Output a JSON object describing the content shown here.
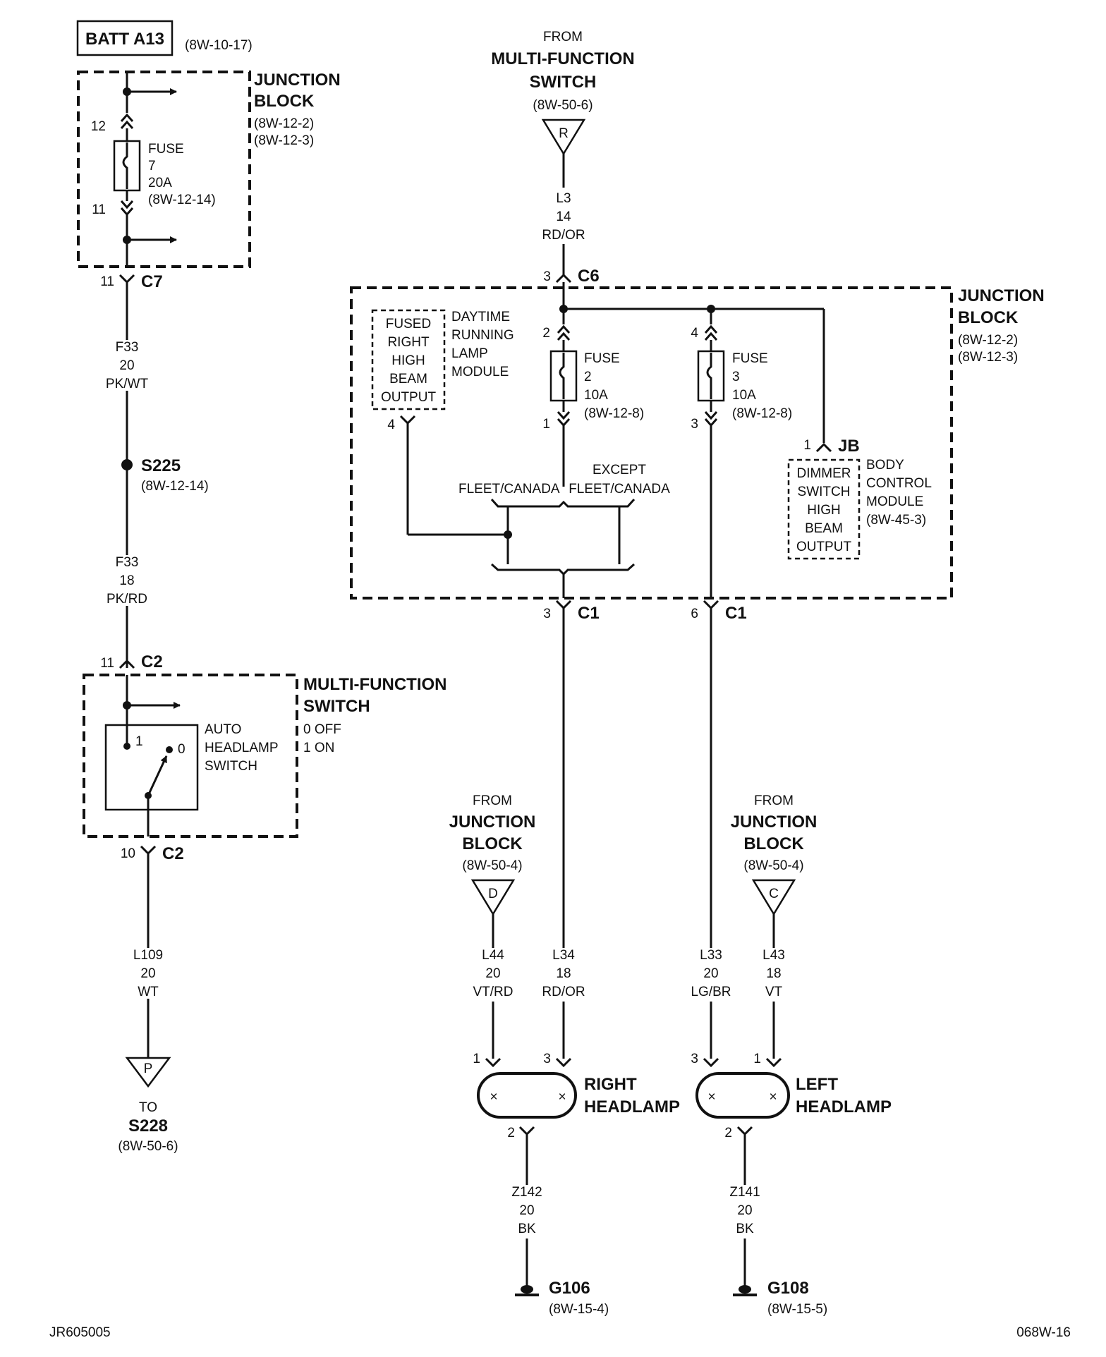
{
  "battery": {
    "name": "BATT A13",
    "ref": "(8W-10-17)"
  },
  "jb_left": {
    "title1": "JUNCTION",
    "title2": "BLOCK",
    "ref1": "(8W-12-2)",
    "ref2": "(8W-12-3)"
  },
  "fuse7": {
    "l1": "FUSE",
    "l2": "7",
    "l3": "20A",
    "l4": "(8W-12-14)",
    "pin_in": "12",
    "pin_out": "11"
  },
  "c7": {
    "pin": "11",
    "name": "C7"
  },
  "wire_f33a": {
    "circuit": "F33",
    "gauge": "20",
    "color": "PK/WT"
  },
  "splice_s225": {
    "name": "S225",
    "ref": "(8W-12-14)"
  },
  "wire_f33b": {
    "circuit": "F33",
    "gauge": "18",
    "color": "PK/RD"
  },
  "c2_in": {
    "pin": "11",
    "name": "C2"
  },
  "mfs": {
    "title1": "MULTI-FUNCTION",
    "title2": "SWITCH",
    "pos0": "0 OFF",
    "pos1": "1 ON",
    "sw1": "AUTO",
    "sw2": "HEADLAMP",
    "sw3": "SWITCH",
    "t1": "1",
    "t0": "0"
  },
  "c2_out": {
    "pin": "10",
    "name": "C2"
  },
  "wire_l109": {
    "circuit": "L109",
    "gauge": "20",
    "color": "WT"
  },
  "conn_p": {
    "letter": "P",
    "to": "TO",
    "dest": "S228",
    "ref": "(8W-50-6)"
  },
  "from_mfs": {
    "from": "FROM",
    "n1": "MULTI-FUNCTION",
    "n2": "SWITCH",
    "ref": "(8W-50-6)",
    "letter": "R"
  },
  "wire_l3": {
    "circuit": "L3",
    "gauge": "14",
    "color": "RD/OR"
  },
  "c6": {
    "pin": "3",
    "name": "C6"
  },
  "jb_main": {
    "title1": "JUNCTION",
    "title2": "BLOCK",
    "ref1": "(8W-12-2)",
    "ref2": "(8W-12-3)"
  },
  "drl": {
    "l1": "FUSED",
    "l2": "RIGHT",
    "l3": "HIGH",
    "l4": "BEAM",
    "l5": "OUTPUT",
    "m1": "DAYTIME",
    "m2": "RUNNING",
    "m3": "LAMP",
    "m4": "MODULE",
    "pin": "4"
  },
  "fuse2": {
    "l1": "FUSE",
    "l2": "2",
    "l3": "10A",
    "l4": "(8W-12-8)",
    "pin_in": "2",
    "pin_out": "1"
  },
  "fuse3": {
    "l1": "FUSE",
    "l2": "3",
    "l3": "10A",
    "l4": "(8W-12-8)",
    "pin_in": "4",
    "pin_out": "3"
  },
  "options": {
    "fleet": "FLEET/CANADA",
    "except1": "EXCEPT",
    "except2": "FLEET/CANADA"
  },
  "bcm": {
    "pin": "1",
    "conn": "JB",
    "o1": "DIMMER",
    "o2": "SWITCH",
    "o3": "HIGH",
    "o4": "BEAM",
    "o5": "OUTPUT",
    "m1": "BODY",
    "m2": "CONTROL",
    "m3": "MODULE",
    "m4": "(8W-45-3)"
  },
  "c1_right": {
    "pin": "3",
    "name": "C1"
  },
  "c1_left": {
    "pin": "6",
    "name": "C1"
  },
  "from_jb_d": {
    "from": "FROM",
    "n1": "JUNCTION",
    "n2": "BLOCK",
    "ref": "(8W-50-4)",
    "letter": "D"
  },
  "from_jb_c": {
    "from": "FROM",
    "n1": "JUNCTION",
    "n2": "BLOCK",
    "ref": "(8W-50-4)",
    "letter": "C"
  },
  "wire_l44": {
    "circuit": "L44",
    "gauge": "20",
    "color": "VT/RD"
  },
  "wire_l34": {
    "circuit": "L34",
    "gauge": "18",
    "color": "RD/OR"
  },
  "wire_l33": {
    "circuit": "L33",
    "gauge": "20",
    "color": "LG/BR"
  },
  "wire_l43": {
    "circuit": "L43",
    "gauge": "18",
    "color": "VT"
  },
  "rh_lamp": {
    "n1": "RIGHT",
    "n2": "HEADLAMP",
    "pin_a": "1",
    "pin_b": "3",
    "pin_g": "2"
  },
  "lh_lamp": {
    "n1": "LEFT",
    "n2": "HEADLAMP",
    "pin_a": "3",
    "pin_b": "1",
    "pin_g": "2"
  },
  "wire_z142": {
    "circuit": "Z142",
    "gauge": "20",
    "color": "BK"
  },
  "wire_z141": {
    "circuit": "Z141",
    "gauge": "20",
    "color": "BK"
  },
  "g106": {
    "name": "G106",
    "ref": "(8W-15-4)"
  },
  "g108": {
    "name": "G108",
    "ref": "(8W-15-5)"
  },
  "footer": {
    "left": "JR605005",
    "right": "068W-16"
  }
}
